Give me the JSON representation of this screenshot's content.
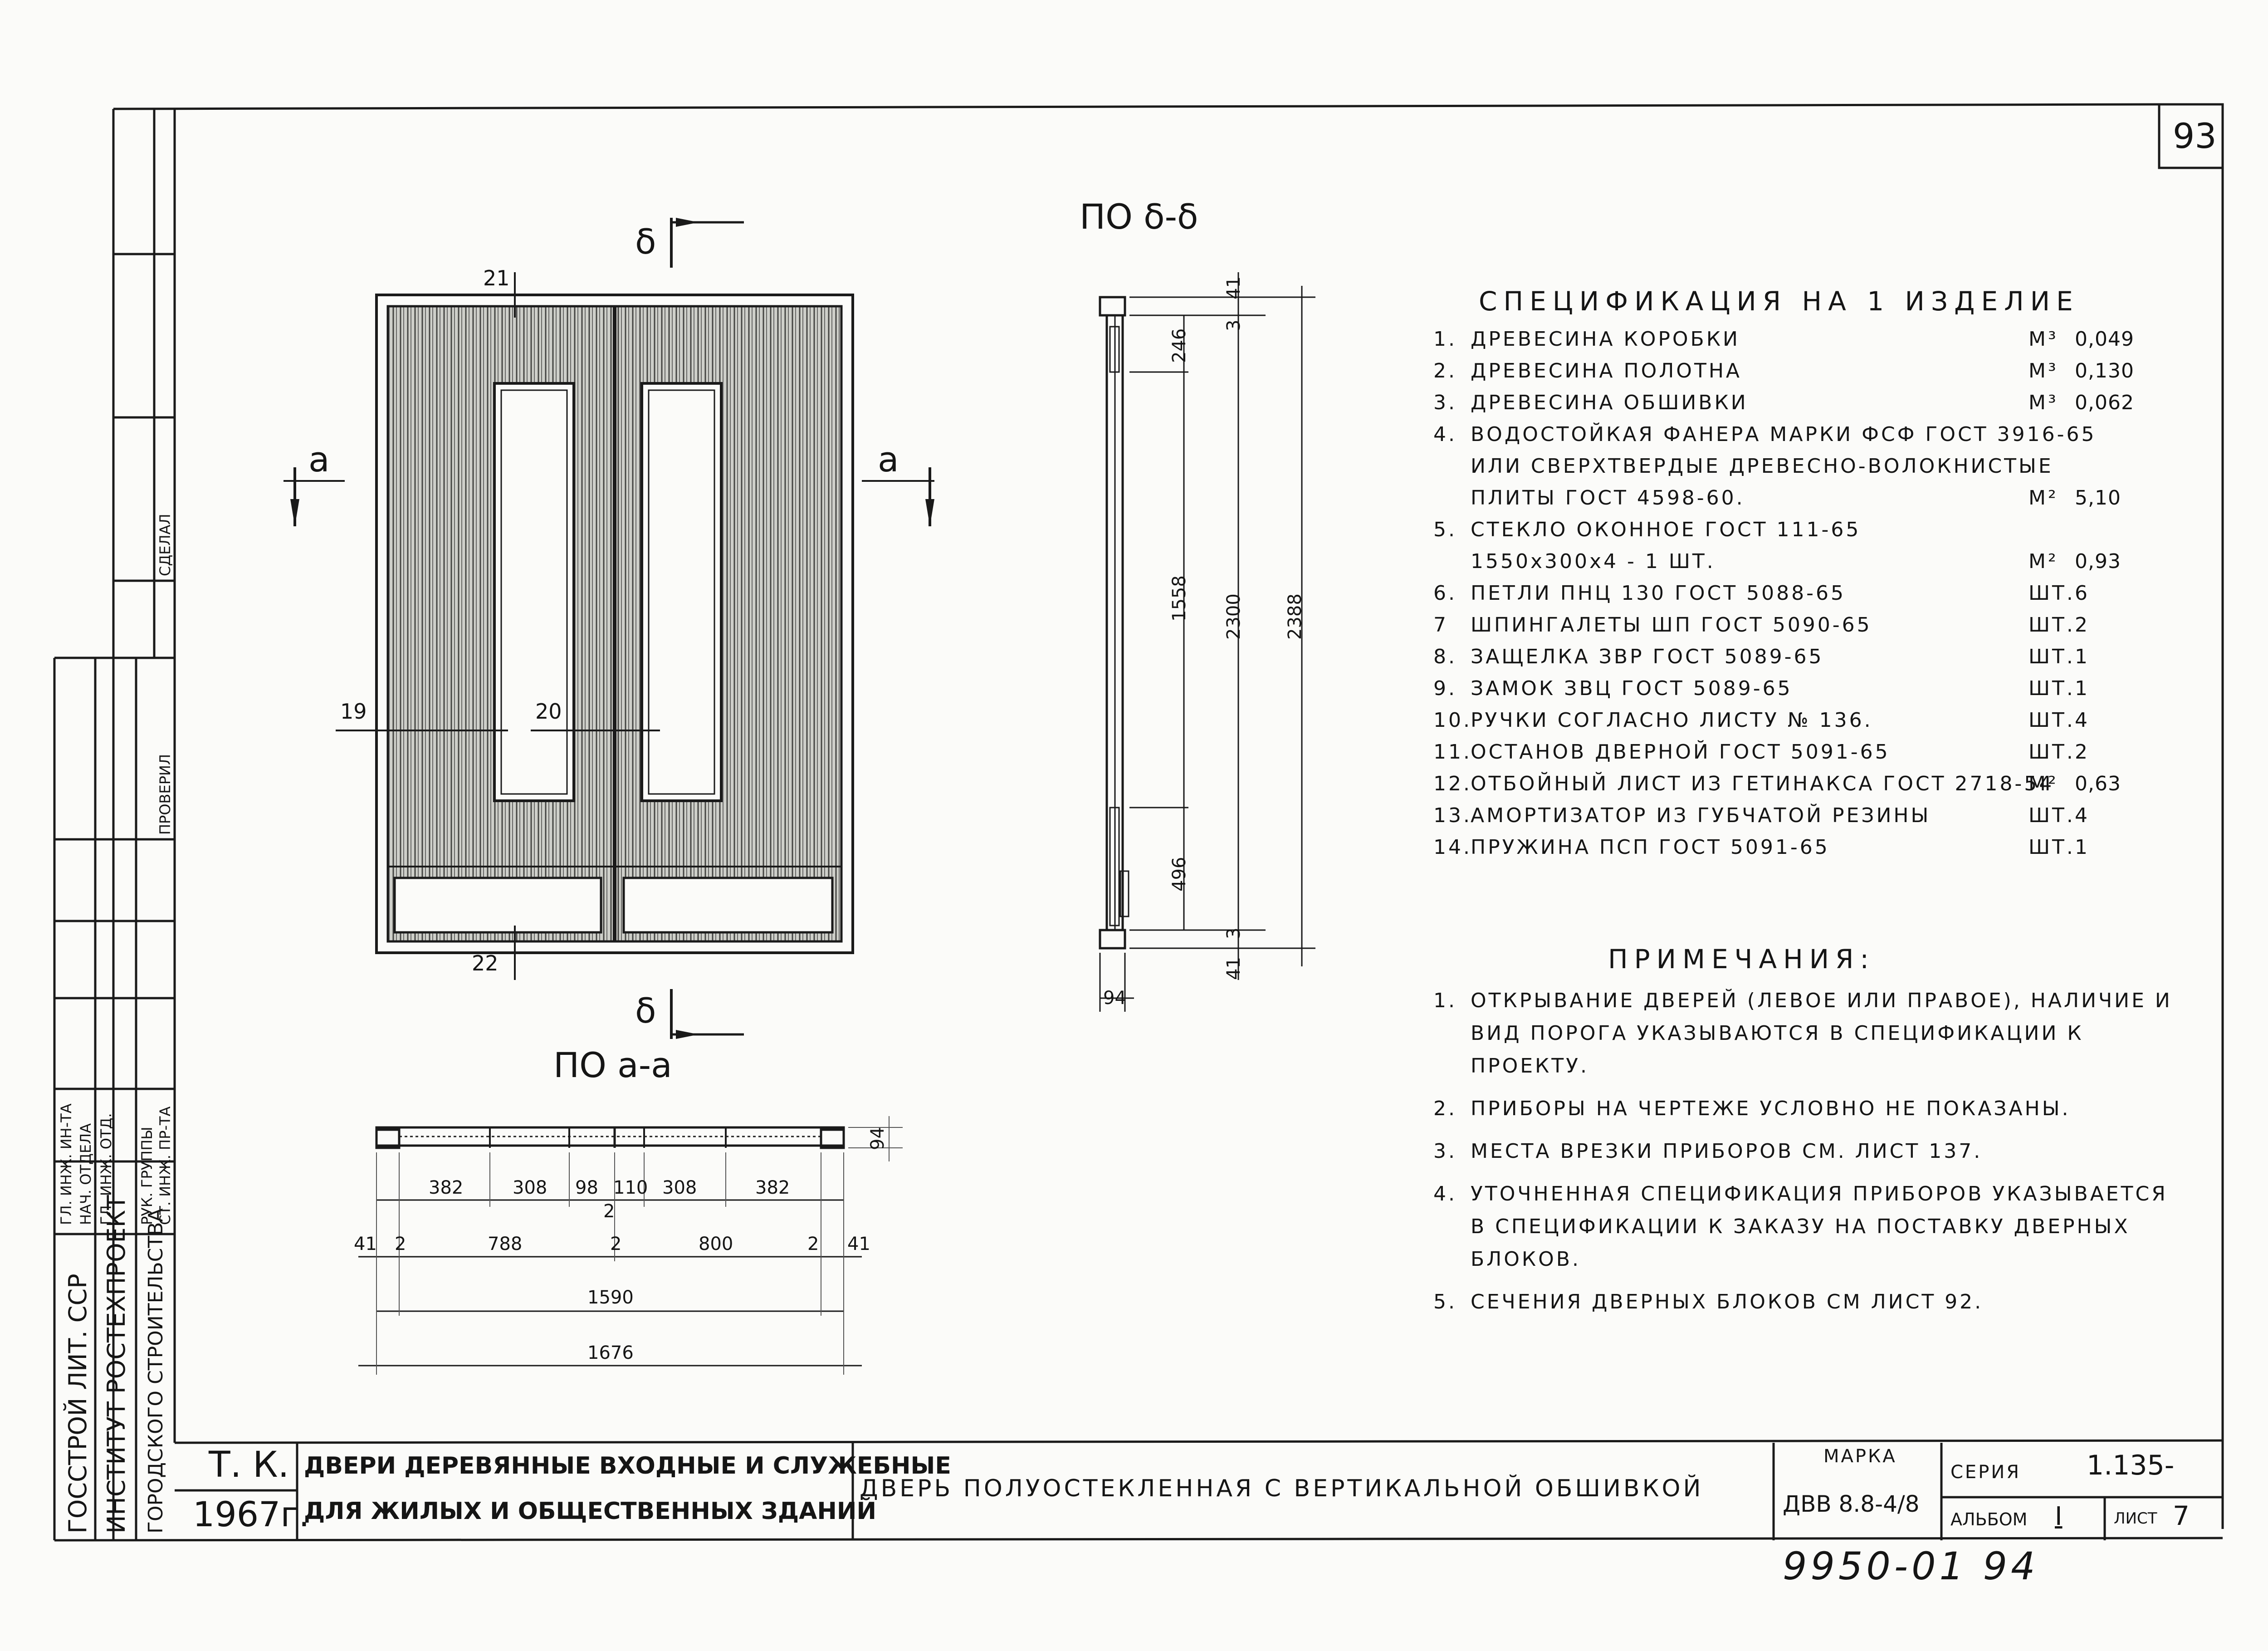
{
  "sheet": {
    "page_number": "93",
    "bottom_stamp": "9950-01 94"
  },
  "views": {
    "elevation": {
      "cut_b_top": "δ",
      "cut_b_bottom": "δ",
      "cut_a_left": "a",
      "cut_a_right": "a",
      "pos_21": "21",
      "pos_22": "22",
      "pos_19": "19",
      "pos_20": "20"
    },
    "section_bb": {
      "label": "ПО δ-δ",
      "dims": [
        "41",
        "3",
        "246",
        "1558",
        "2300",
        "2388",
        "496",
        "3",
        "41",
        "94"
      ]
    },
    "section_aa": {
      "label": "ПО a-a",
      "dims_top": [
        "382",
        "308",
        "98",
        "110",
        "308",
        "382"
      ],
      "dim_mid_small": "2",
      "dims_mid": [
        "41",
        "2",
        "788",
        "2",
        "800",
        "2",
        "41"
      ],
      "dim_1590": "1590",
      "dim_1676": "1676",
      "dim_94": "94"
    }
  },
  "spec": {
    "title": "СПЕЦИФИКАЦИЯ НА 1 ИЗДЕЛИЕ",
    "rows": [
      {
        "n": "1.",
        "text": "ДРЕВЕСИНА КОРОБКИ",
        "unit": "М³",
        "qty": "0,049"
      },
      {
        "n": "2.",
        "text": "ДРЕВЕСИНА ПОЛОТНА",
        "unit": "М³",
        "qty": "0,130"
      },
      {
        "n": "3.",
        "text": "ДРЕВЕСИНА ОБШИВКИ",
        "unit": "М³",
        "qty": "0,062"
      },
      {
        "n": "4.",
        "text": "ВОДОСТОЙКАЯ ФАНЕРА МАРКИ ФСФ ГОСТ 3916-65",
        "unit": "",
        "qty": ""
      },
      {
        "n": "",
        "text": "ИЛИ СВЕРХТВЕРДЫЕ ДРЕВЕСНО-ВОЛОКНИСТЫЕ",
        "unit": "",
        "qty": ""
      },
      {
        "n": "",
        "text": "ПЛИТЫ ГОСТ 4598-60.",
        "unit": "М²",
        "qty": "5,10"
      },
      {
        "n": "5.",
        "text": "СТЕКЛО ОКОННОЕ ГОСТ 111-65",
        "unit": "",
        "qty": ""
      },
      {
        "n": "",
        "text": "1550х300х4 - 1 ШТ.",
        "unit": "М²",
        "qty": "0,93"
      },
      {
        "n": "6.",
        "text": "ПЕТЛИ ПНЦ 130 ГОСТ 5088-65",
        "unit": "ШТ.",
        "qty": "6"
      },
      {
        "n": "7",
        "text": "ШПИНГАЛЕТЫ ШП ГОСТ 5090-65",
        "unit": "ШТ.",
        "qty": "2"
      },
      {
        "n": "8.",
        "text": "ЗАЩЕЛКА ЗВР ГОСТ 5089-65",
        "unit": "ШТ.",
        "qty": "1"
      },
      {
        "n": "9.",
        "text": "ЗАМОК ЗВЦ ГОСТ 5089-65",
        "unit": "ШТ.",
        "qty": "1"
      },
      {
        "n": "10.",
        "text": "РУЧКИ СОГЛАСНО ЛИСТУ № 136.",
        "unit": "ШТ.",
        "qty": "4"
      },
      {
        "n": "11.",
        "text": "ОСТАНОВ ДВЕРНОЙ ГОСТ 5091-65",
        "unit": "ШТ.",
        "qty": "2"
      },
      {
        "n": "12.",
        "text": "ОТБОЙНЫЙ ЛИСТ ИЗ ГЕТИНАКСА ГОСТ 2718-54",
        "unit": "М²",
        "qty": "0,63"
      },
      {
        "n": "13.",
        "text": "АМОРТИЗАТОР ИЗ ГУБЧАТОЙ РЕЗИНЫ",
        "unit": "ШТ.",
        "qty": "4"
      },
      {
        "n": "14.",
        "text": "ПРУЖИНА ПСП ГОСТ 5091-65",
        "unit": "ШТ.",
        "qty": "1"
      }
    ]
  },
  "notes": {
    "title": "ПРИМЕЧАНИЯ:",
    "items": [
      {
        "n": "1.",
        "lines": [
          "ОТКРЫВАНИЕ ДВЕРЕЙ (ЛЕВОЕ ИЛИ ПРАВОЕ), НАЛИЧИЕ И",
          "ВИД ПОРОГА УКАЗЫВАЮТСЯ В СПЕЦИФИКАЦИИ К",
          "ПРОЕКТУ."
        ]
      },
      {
        "n": "2.",
        "lines": [
          "ПРИБОРЫ НА ЧЕРТЕЖЕ УСЛОВНО НЕ ПОКАЗАНЫ."
        ]
      },
      {
        "n": "3.",
        "lines": [
          "МЕСТА ВРЕЗКИ ПРИБОРОВ СМ. ЛИСТ 137."
        ]
      },
      {
        "n": "4.",
        "lines": [
          "УТОЧНЕННАЯ СПЕЦИФИКАЦИЯ ПРИБОРОВ УКАЗЫВАЕТСЯ",
          "В СПЕЦИФИКАЦИИ К ЗАКАЗУ НА ПОСТАВКУ ДВЕРНЫХ",
          "БЛОКОВ."
        ]
      },
      {
        "n": "5.",
        "lines": [
          "СЕЧЕНИЯ ДВЕРНЫХ БЛОКОВ СМ ЛИСТ 92."
        ]
      }
    ]
  },
  "title_block": {
    "tk": "Т. К.",
    "year": "1967г.",
    "group_line1": "ДВЕРИ ДЕРЕВЯННЫЕ ВХОДНЫЕ И СЛУЖЕБНЫЕ",
    "group_line2": "ДЛЯ ЖИЛЫХ И ОБЩЕСТВЕННЫХ ЗДАНИЙ",
    "item_name": "ДВЕРЬ ПОЛУОСТЕКЛЕННАЯ С ВЕРТИКАЛЬНОЙ ОБШИВКОЙ",
    "marka_label": "МАРКА",
    "marka_value": "ДВВ 8.8-4/8",
    "seriya_label": "СЕРИЯ",
    "seriya_value": "1.135-",
    "album_label": "АЛЬБОМ",
    "album_value": "I",
    "list_label": "ЛИСТ",
    "list_value": "7"
  },
  "side_stamp": {
    "col1": "ГОССТРОЙ ЛИТ. ССР",
    "col2": "ИНСТИТУТ РОСТЕХПРОЕКТ",
    "col3": "ГОРОДСКОГО СТРОИТЕЛЬСТВА",
    "roles": [
      "ГЛ. ИНЖ. ИН-ТА",
      "НАЧ. ОТДЕЛА",
      "ГЛ. ИНЖ. ОТД.",
      "РУК. ГРУППЫ",
      "СТ. ИНЖ. ПР-ТА",
      "ПРОВЕРИЛ",
      "СДЕЛАЛ"
    ]
  }
}
